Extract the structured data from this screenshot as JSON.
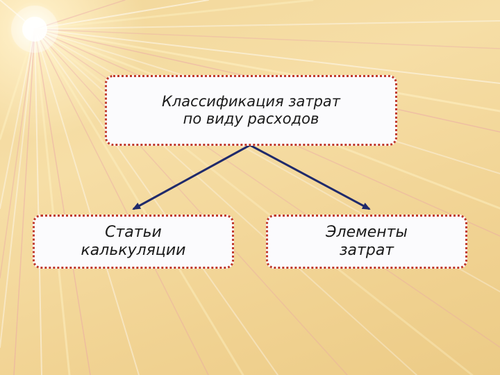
{
  "diagram": {
    "root": {
      "text": "Классификация затрат\nпо виду расходов"
    },
    "children": [
      {
        "text": "Статьи\nкалькуляции"
      },
      {
        "text": "Элементы\nзатрат"
      }
    ]
  },
  "colors": {
    "node_border": "#c0392b",
    "node_fill": "#fbfbfd",
    "arrow": "#1f2a6b",
    "background": "#f2d79a"
  }
}
